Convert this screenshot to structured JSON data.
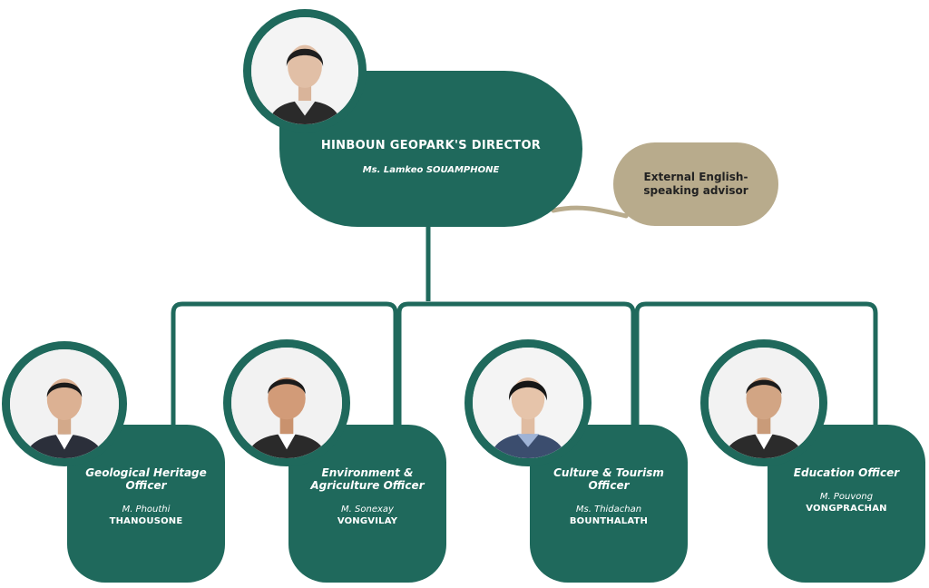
{
  "colors": {
    "node": "#1f695c",
    "advisor": "#b8ab8c",
    "line": "#1f695c",
    "advisor_line": "#b8ab8c"
  },
  "director": {
    "title": "HINBOUN GEOPARK'S DIRECTOR",
    "name": "Ms. Lamkeo SOUAMPHONE"
  },
  "advisor": {
    "label": "External English-speaking advisor"
  },
  "officers": [
    {
      "title": "Geological Heritage Officer",
      "given_name": "M. Phouthi",
      "surname": "THANOUSONE"
    },
    {
      "title": "Environment & Agriculture Officer",
      "given_name": "M. Sonexay",
      "surname": "VONGVILAY"
    },
    {
      "title": "Culture & Tourism Officer",
      "given_name": "Ms. Thidachan",
      "surname": "BOUNTHALATH"
    },
    {
      "title": "Education Officer",
      "given_name": "M. Pouvong",
      "surname": "VONGPRACHAN"
    }
  ]
}
